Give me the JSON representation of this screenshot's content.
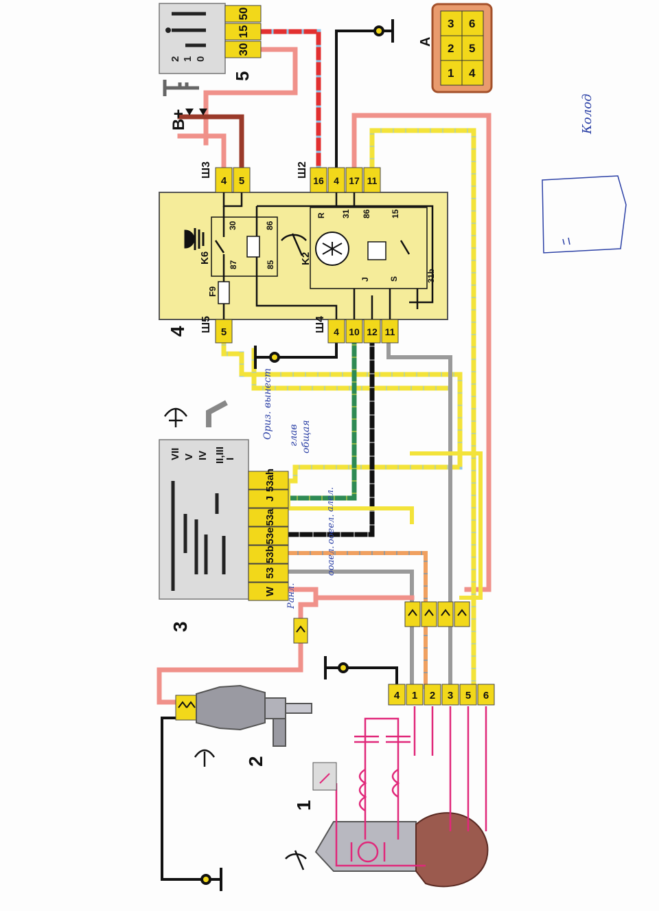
{
  "title": "",
  "colors": {
    "paper": "#fdfdfd",
    "block_yellow": "#f5ec9a",
    "pin_yellow": "#f2d81a",
    "switch_gray": "#dcdcdc",
    "wire_pink": "#f0918a",
    "wire_brown": "#9a3a2a",
    "wire_yellow": "#f3e33a",
    "wire_blue": "#8ec6ea",
    "wire_green": "#2e8a54",
    "wire_black": "#111111",
    "wire_gray": "#9a9a9a",
    "wire_orange": "#f0a060",
    "wire_red": "#e23030",
    "motor_circuit": "#e0287a",
    "motor_brown": "#9b5a4e",
    "handwriting": "#2a3fa5"
  },
  "components": {
    "motor": {
      "number": "1"
    },
    "washer_pump": {
      "number": "2"
    },
    "column_switch": {
      "number": "3",
      "positions": [
        "VII",
        "V",
        "IV",
        "II,III",
        "I"
      ],
      "pins": [
        "53ah",
        "J",
        "53a",
        "53e",
        "53b",
        "53",
        "W"
      ]
    },
    "relay_block": {
      "number": "4",
      "connectors": {
        "sh3": {
          "label": "Ш3",
          "pins": [
            "4",
            "5"
          ]
        },
        "sh2": {
          "label": "Ш2",
          "pins": [
            "16",
            "4",
            "17",
            "11"
          ]
        },
        "sh5": {
          "label": "Ш5",
          "pins": [
            "5"
          ]
        },
        "sh4": {
          "label": "Ш4",
          "pins": [
            "4",
            "10",
            "12",
            "11"
          ]
        }
      },
      "relay_k6": {
        "label": "K6",
        "terminals": [
          "30",
          "86",
          "87",
          "85"
        ]
      },
      "fuse": {
        "label": "F9"
      },
      "relay_k2": {
        "label": "K2",
        "terminals": [
          "R",
          "31",
          "86",
          "15",
          "J",
          "S",
          "31b"
        ]
      }
    },
    "ignition_switch": {
      "number": "5",
      "pins": [
        "50",
        "15",
        "30"
      ],
      "positions": [
        "2",
        "1",
        "0"
      ]
    },
    "connector_a": {
      "label": "A",
      "cells": [
        "3",
        "2",
        "1",
        "6",
        "5",
        "4"
      ]
    },
    "motor_connector": {
      "pins": [
        "4",
        "1",
        "2",
        "3",
        "5",
        "6"
      ]
    }
  },
  "labels": {
    "battery": "B+",
    "sh3": "Ш3",
    "sh2": "Ш2",
    "sh5": "Ш5",
    "sh4": "Ш4"
  },
  "handwriting": {
    "note1": "глав",
    "note2": "общая",
    "note3": "Ориз. вынест",
    "note4": "алел.",
    "note5": "ооеел.",
    "note6": "ооаел.",
    "note7": "Ранл.",
    "note8": "Колод"
  }
}
